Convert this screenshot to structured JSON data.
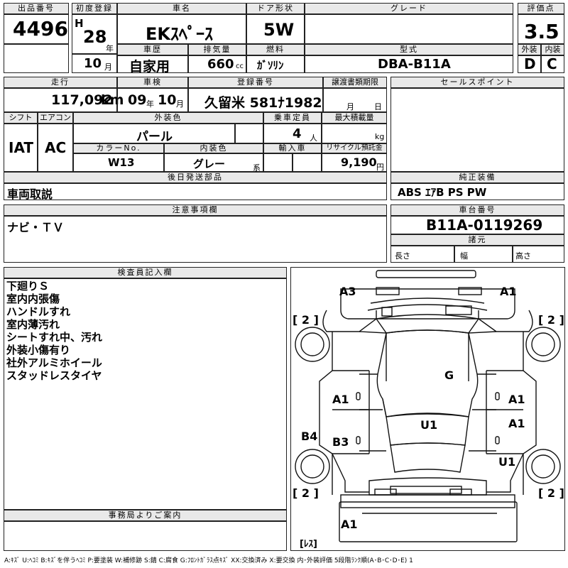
{
  "header": {
    "lot_label": "出品番号",
    "lot_number": "4496",
    "first_reg_label": "初度登録",
    "era": "H",
    "year": "28",
    "year_unit": "年",
    "month": "10",
    "month_unit": "月",
    "car_name_label": "車名",
    "car_name": "EKｽﾍﾟｰｽ",
    "door_label": "ドア形状",
    "door": "5W",
    "grade_label": "グレード",
    "grade": "",
    "score_label": "評価点",
    "score": "3.5",
    "ext_label": "外装",
    "ext": "D",
    "int_label": "内装",
    "int": "C",
    "history_label": "車歴",
    "history": "自家用",
    "displacement_label": "排気量",
    "displacement": "660",
    "displacement_unit": "cc",
    "fuel_label": "燃料",
    "fuel": "ｶﾞｿﾘﾝ",
    "model_label": "型式",
    "model": "DBA-B11A"
  },
  "row2": {
    "mileage_label": "走行",
    "mileage": "117,092",
    "mileage_unit": "km",
    "inspection_label": "車検",
    "insp_year": "09",
    "insp_year_unit": "年",
    "insp_month": "10",
    "insp_month_unit": "月",
    "plate_label": "登録番号",
    "plate": "久留米 581ﾅ1982",
    "transfer_label": "譲渡書類期限",
    "transfer_month_unit": "月",
    "transfer_day_unit": "日",
    "sales_label": "セールスポイント"
  },
  "row3": {
    "shift_label": "シフト",
    "shift": "IAT",
    "ac_label": "エアコン",
    "ac": "AC",
    "color_label": "外装色",
    "color": "パール",
    "capacity_label": "乗車定員",
    "capacity": "4",
    "capacity_unit": "人",
    "load_label": "最大積載量",
    "load_unit": "kg",
    "color_no_label": "カラーNo.",
    "color_no": "W13",
    "interior_label": "内装色",
    "interior": "グレー",
    "interior_unit": "系",
    "import_label": "輸入車",
    "recycle_label": "リサイクル預託金",
    "recycle": "9,190",
    "recycle_unit": "円"
  },
  "later": {
    "label": "後日発送部品",
    "value": "車両取説"
  },
  "equipment": {
    "label": "純正装備",
    "value": "ABS ｴｱB PS PW"
  },
  "caution": {
    "label": "注意事項欄",
    "value": "ナビ・ＴＶ"
  },
  "chassis": {
    "label": "車台番号",
    "value": "B11A-0119269",
    "spec_label": "諸元",
    "length_label": "長さ",
    "width_label": "幅",
    "height_label": "高さ"
  },
  "inspector": {
    "label": "検査員記入欄",
    "notes": [
      "下廻りＳ",
      "室内内張傷",
      "ハンドルすれ",
      "室内薄汚れ",
      "シートすれ中、汚れ",
      "外装小傷有り",
      "社外アルミホイール",
      "スタッドレスタイヤ"
    ]
  },
  "office": {
    "label": "事務局よりご案内"
  },
  "diagram": {
    "marks": [
      "A3",
      "A1",
      "[ 2 ]",
      "[ 2 ]",
      "G",
      "A1",
      "A1",
      "A1",
      "B4",
      "B3",
      "U1",
      "U1",
      "[ 2 ]",
      "[ 2 ]",
      "A1",
      "[ﾚｽ]"
    ]
  },
  "legend": "A:ｷｽﾞ U:ﾍｺﾐ B:ｷｽﾞを伴うﾍｺﾐ P:要塗装 W:補修跡 S:錆 C:腐食 G:ﾌﾛﾝﾄｶﾞﾗｽ点ｷｽﾞ XX:交換済み X:要交換  内･外装評価 5段階ﾗﾝｸ順(A･B･C･D･E) 1"
}
